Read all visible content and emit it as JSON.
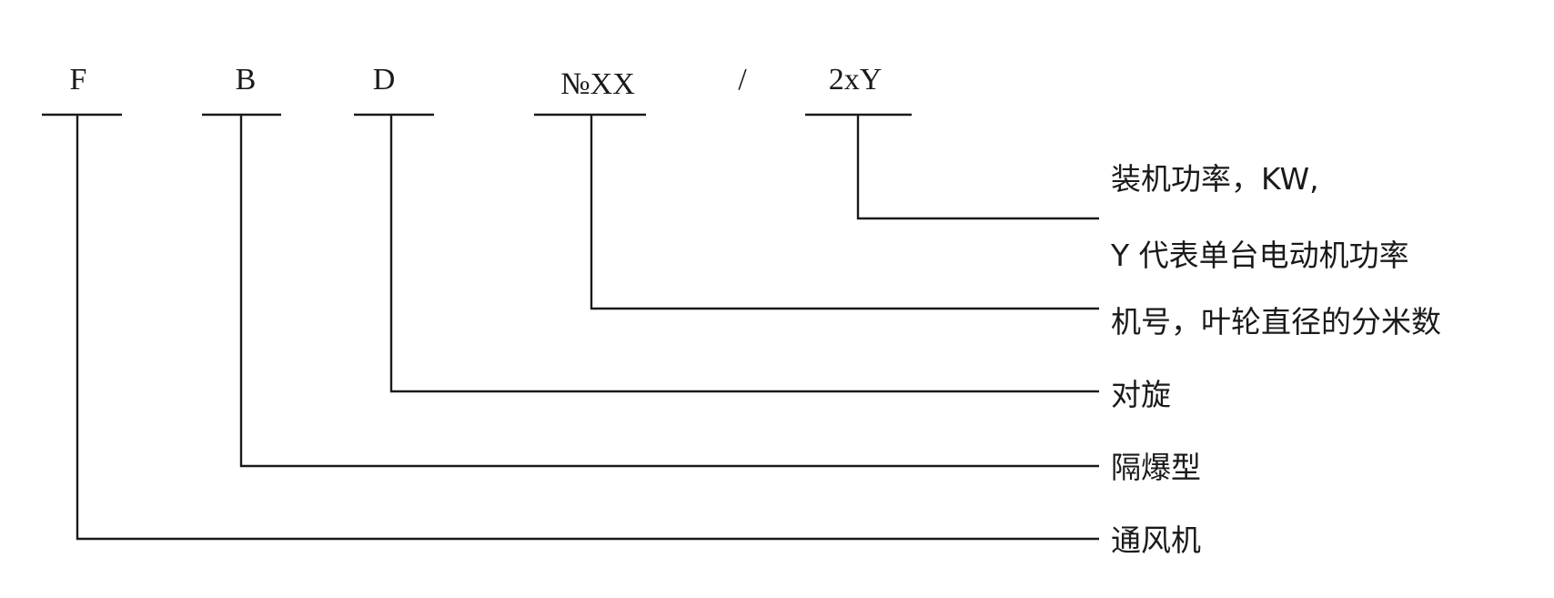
{
  "code_parts": [
    {
      "id": "F",
      "label": "F"
    },
    {
      "id": "B",
      "label": "B"
    },
    {
      "id": "D",
      "label": "D"
    },
    {
      "id": "No",
      "label": "№XX"
    },
    {
      "id": "sep",
      "label": "/"
    },
    {
      "id": "pow",
      "label": "2xY"
    }
  ],
  "descriptions": {
    "power_line1": "装机功率，KW,",
    "power_line2": "Y 代表单台电动机功率",
    "model_number": "机号，叶轮直径的分米数",
    "counter_rotating": "对旋",
    "explosion_proof": "隔爆型",
    "fan": "通风机"
  },
  "colors": {
    "line": "#1a1a1a",
    "text": "#1a1a1a",
    "background": "#ffffff"
  }
}
